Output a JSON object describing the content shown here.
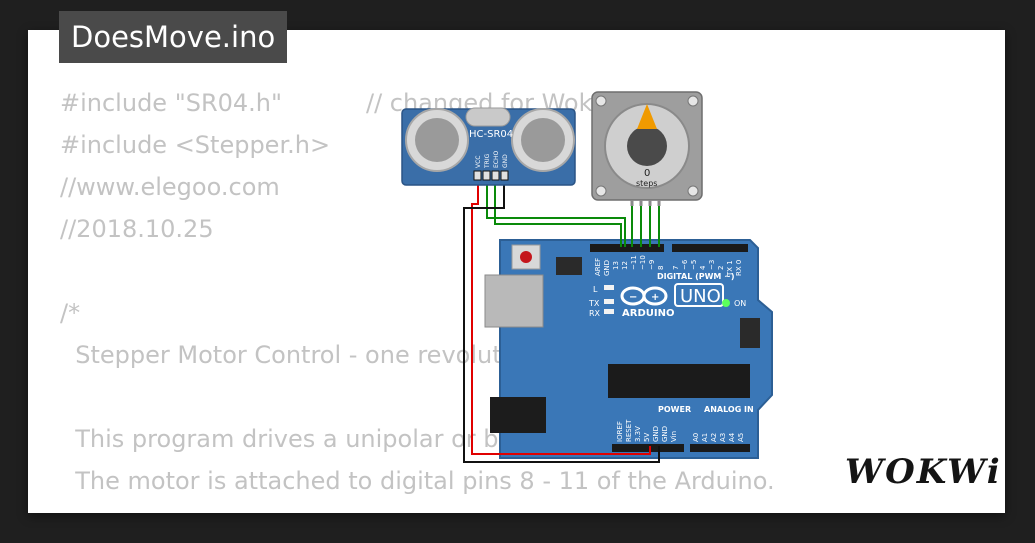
{
  "project": {
    "title": "DoesMove.ino"
  },
  "code_lines": [
    {
      "text": "#include \"SR04.h\"           // changed for Wokwi"
    },
    {
      "text": "#include <Stepper.h>"
    },
    {
      "text": "//www.elegoo.com"
    },
    {
      "text": "//2018.10.25"
    },
    {
      "text": ""
    },
    {
      "text": "/*"
    },
    {
      "text": "  Stepper Motor Control - one revolution"
    },
    {
      "text": ""
    },
    {
      "text": "  This program drives a unipolar or bipolar stepper motor."
    },
    {
      "text": "  The motor is attached to digital pins 8 - 11 of the Arduino."
    }
  ],
  "components": {
    "sensor": {
      "label": "HC-SR04",
      "pins": [
        "VCC",
        "TRIG",
        "ECHO",
        "GND"
      ]
    },
    "stepper": {
      "value": "0",
      "unit": "steps"
    },
    "arduino": {
      "brand": "ARDUINO",
      "model": "UNO",
      "digital_label": "DIGITAL (PWM ~)",
      "power_label": "POWER",
      "analog_label": "ANALOG IN",
      "on_label": "ON",
      "led_labels": [
        "L",
        "TX",
        "RX"
      ],
      "digital_pins": [
        "AREF",
        "GND",
        "13",
        "12",
        "~11",
        "~10",
        "~9",
        "8",
        "7",
        "~6",
        "~5",
        "4",
        "~3",
        "2",
        "TX 1",
        "RX 0"
      ],
      "power_pins": [
        "IOREF",
        "RESET",
        "3.3V",
        "5V",
        "GND",
        "GND",
        "Vin"
      ],
      "analog_pins": [
        "A0",
        "A1",
        "A2",
        "A3",
        "A4",
        "A5"
      ]
    }
  },
  "branding": {
    "logo": "WOKWi"
  },
  "colors": {
    "board": "#3a77b7",
    "sensor": "#3a6ea8",
    "wire_green": "#0a8a0a",
    "wire_red": "#e00000",
    "wire_black": "#111111",
    "code_text": "#c3c3c3",
    "title_bg": "#4a4a4a"
  }
}
